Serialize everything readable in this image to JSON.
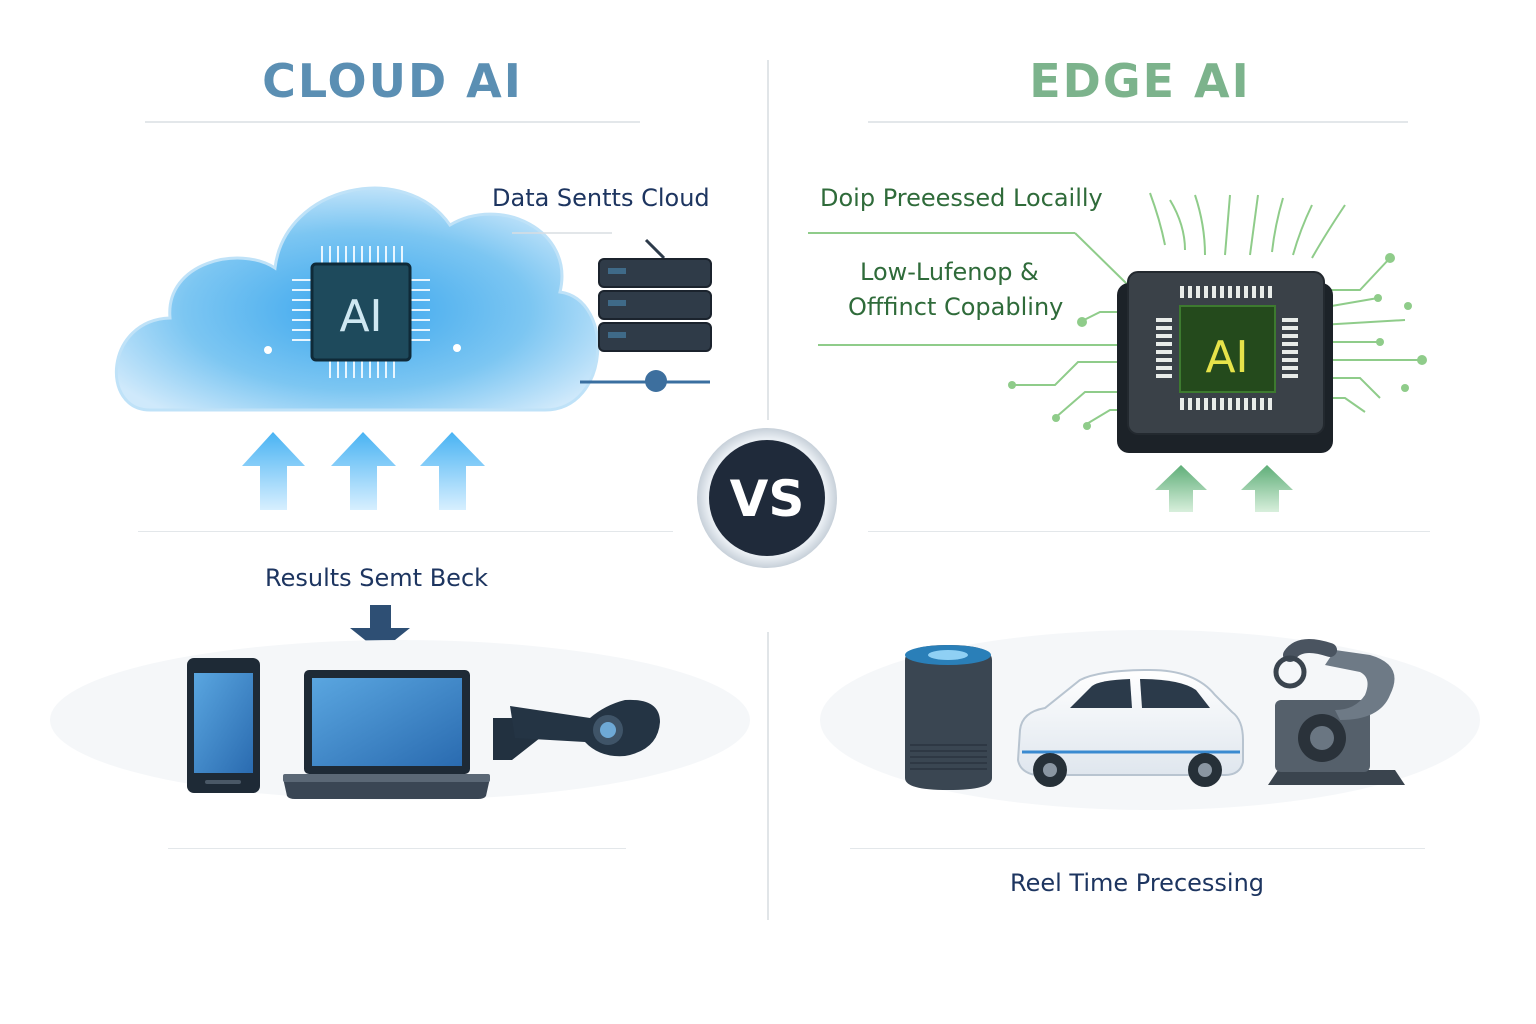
{
  "cloud": {
    "title": "CLOUD AI",
    "chip_label": "AI",
    "data_label": "Data Sentts Cloud",
    "results_label": "Results Semt Beck",
    "devices": [
      "smartphone",
      "laptop",
      "security-camera"
    ]
  },
  "edge": {
    "title": "EDGE AI",
    "chip_label": "AI",
    "local_label": "Doip Preeessed Locailly",
    "latency_label_line1": "Low-Lufenop &",
    "latency_label_line2": "Offfinct Copabliny",
    "realtime_label": "Reel Time Precessing",
    "devices": [
      "smart-speaker",
      "car",
      "robotic-arm"
    ]
  },
  "vs_label": "VS",
  "colors": {
    "cloud_title": "#5b8fb3",
    "edge_title": "#7cb38c",
    "label_navy": "#1d3560",
    "label_green": "#2f6b3a",
    "cloud_blue": "#6cc0f0",
    "edge_green": "#8fcc8a",
    "vs_dark": "#1f2a3a"
  }
}
